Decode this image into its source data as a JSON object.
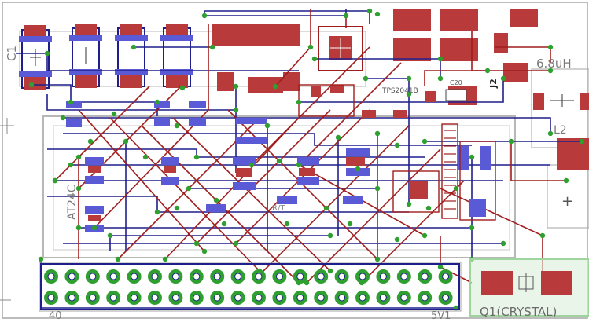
{
  "canvas": {
    "background": "#ffffff",
    "colors": {
      "outline": "#a6a6a6",
      "top_copper": "#a11d1d",
      "bottom_copper": "#1f1f8c",
      "pad": "#b83a3a",
      "via": "#2fa02f",
      "smd_bottom": "#5a5ad6",
      "silk": "#9a9a9a",
      "crystal_box": "#9fd49f"
    }
  },
  "labels": {
    "c1": "C1",
    "inductor": "6.8uH",
    "j2": "J2",
    "l2": "L2",
    "tps": "TPS2041B",
    "c20": "C20",
    "at24c": "AT24C",
    "ic": "R/T",
    "pin40": "40",
    "pin_5v": "5V1",
    "crystal": "Q1(CRYSTAL)",
    "plus_sign": "+"
  },
  "header": {
    "rows": 2,
    "columns": 20
  }
}
